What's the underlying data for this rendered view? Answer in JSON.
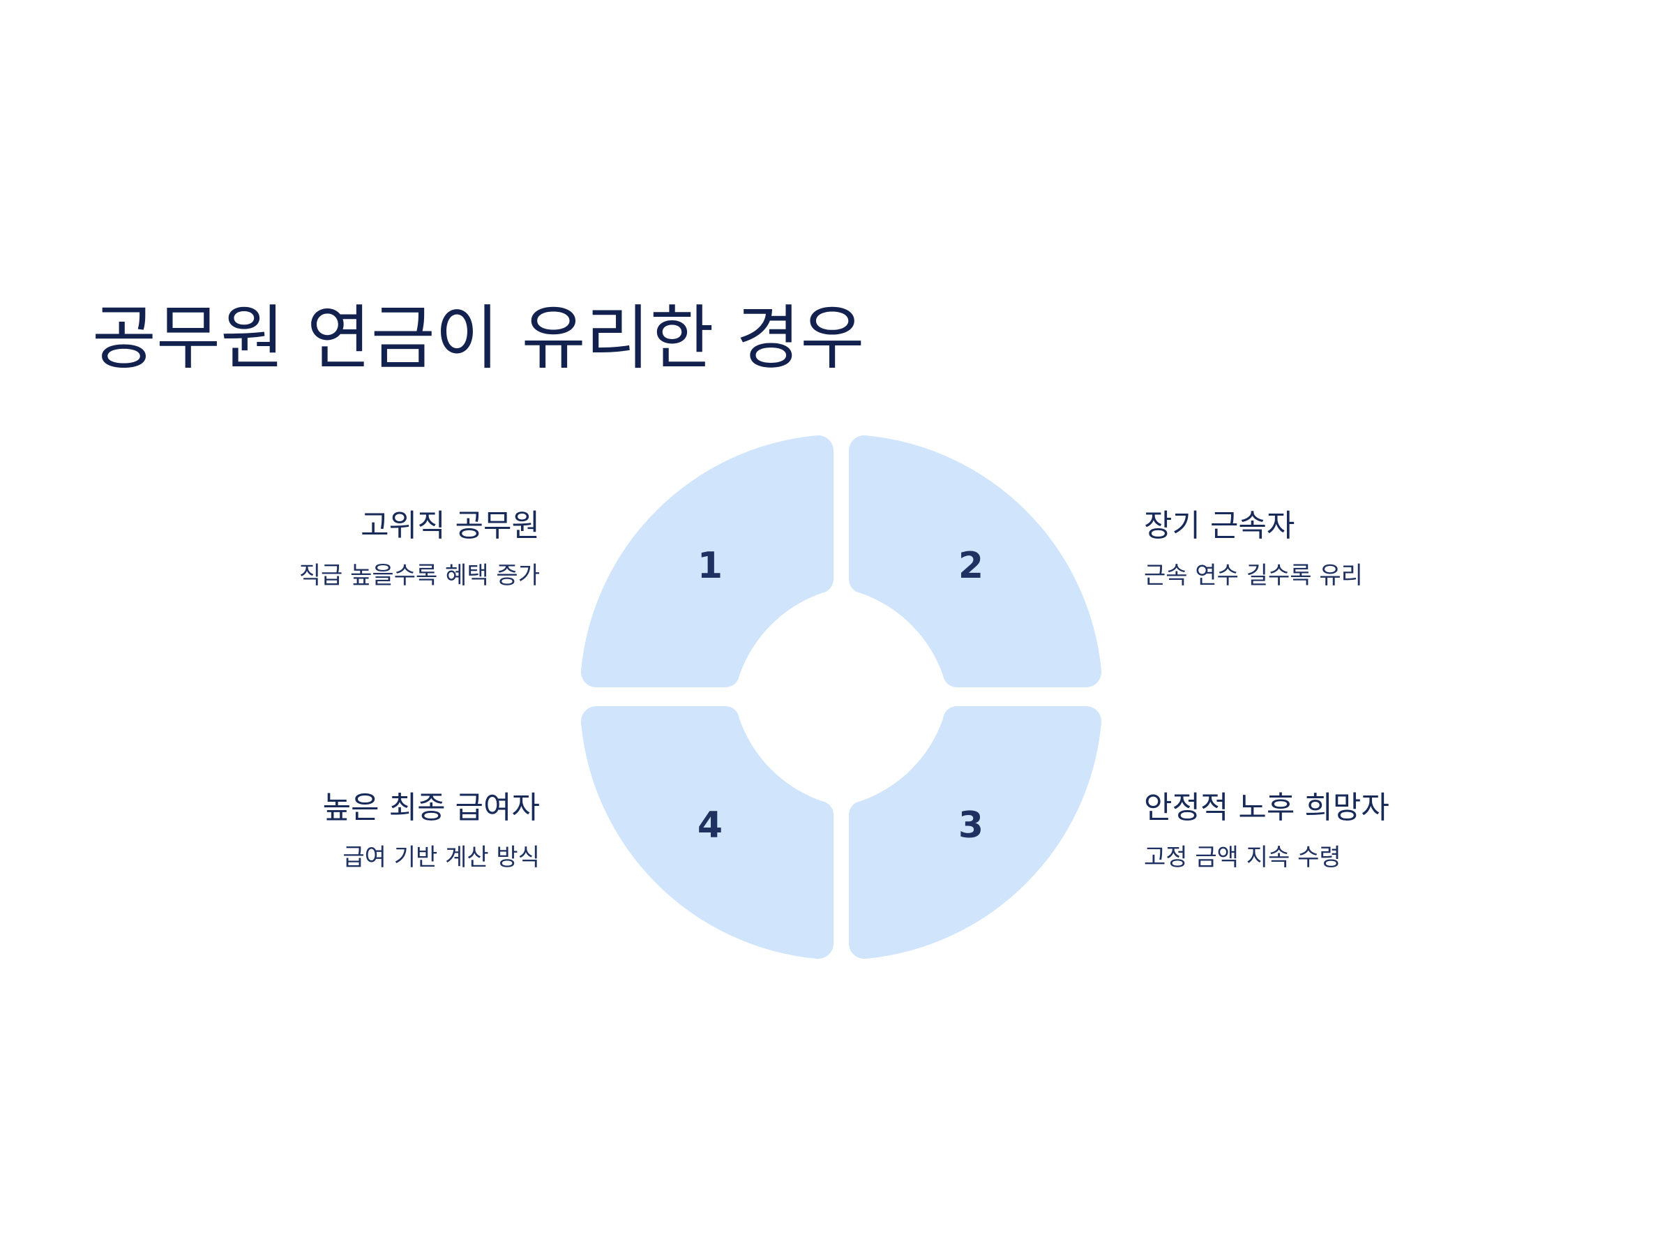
{
  "title": "공무원 연금이 유리한 경우",
  "segments": [
    {
      "number": "1",
      "heading": "고위직 공무원",
      "description": "직급 높을수록 혜택 증가"
    },
    {
      "number": "2",
      "heading": "장기 근속자",
      "description": "근속 연수 길수록 유리"
    },
    {
      "number": "3",
      "heading": "안정적 노후 희망자",
      "description": "고정 금액 지속 수령"
    },
    {
      "number": "4",
      "heading": "높은 최종 급여자",
      "description": "급여 기반 계산 방식"
    }
  ],
  "colors": {
    "segment_fill": "#d0e5fb",
    "text": "#14254f",
    "background": "#ffffff"
  }
}
